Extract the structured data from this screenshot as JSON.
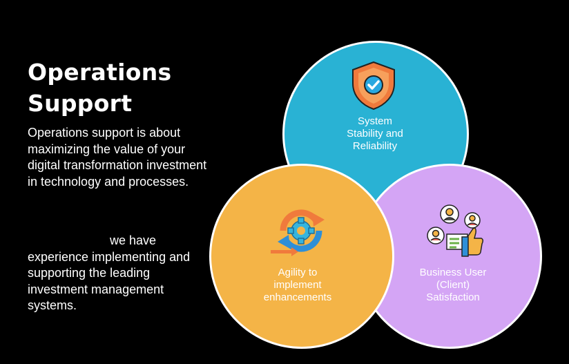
{
  "heading": "Operations\nSupport",
  "intro_paragraph": "Operations support is about maximizing the value of your digital transformation investment in technology and processes.",
  "experience_paragraph": "we have experience implementing and supporting the leading investment management systems.",
  "colors": {
    "background": "#000000",
    "system_circle": "#29B2D4",
    "agility_circle": "#F4B447",
    "business_circle": "#D4A5F5",
    "shield_orange": "#F07A3C"
  },
  "circles": [
    {
      "label": "System\nStability and\nReliability",
      "icon": "shield-check-icon"
    },
    {
      "label": "Agility to\nimplement\nenhancements",
      "icon": "gear-cycle-icon"
    },
    {
      "label": "Business User\n(Client)\nSatisfaction",
      "icon": "users-thumbs-up-icon"
    }
  ]
}
